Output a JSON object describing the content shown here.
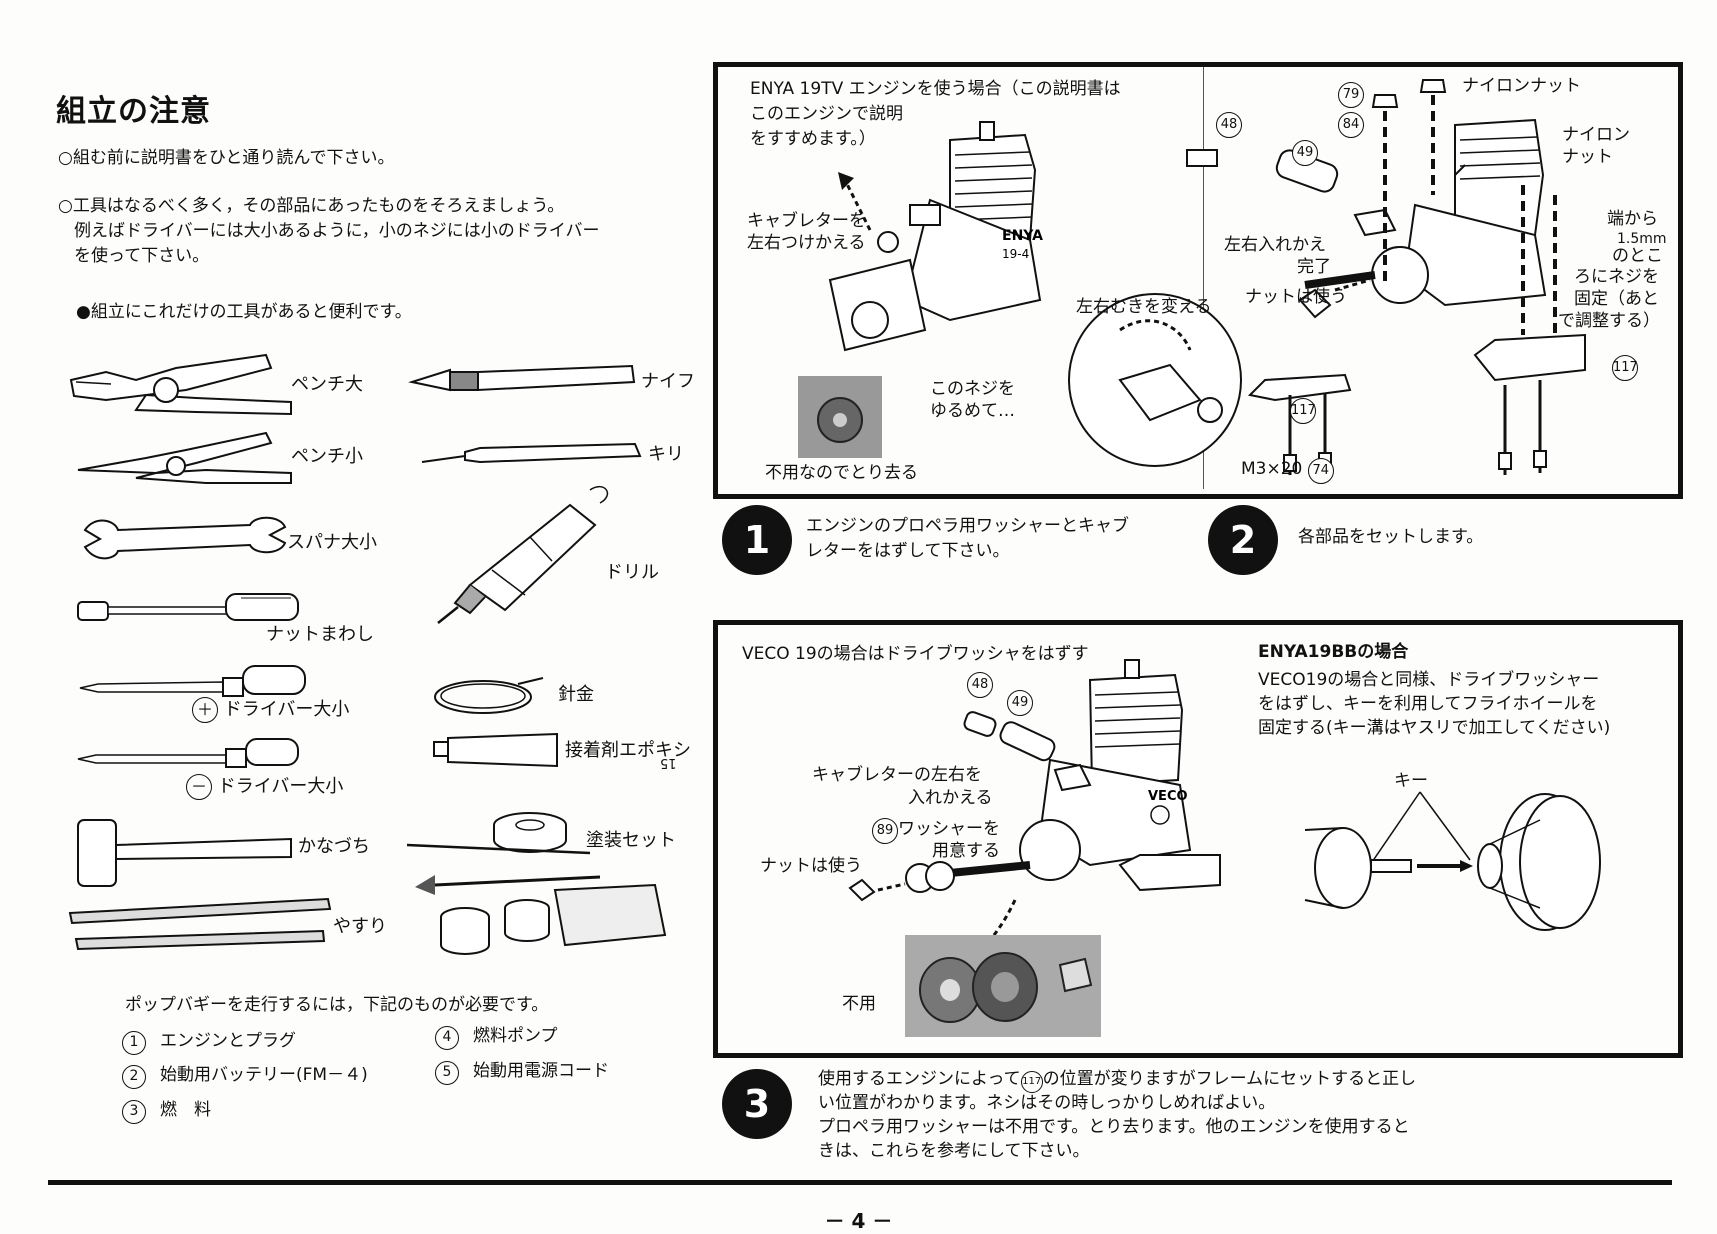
{
  "left": {
    "title": "組立の注意",
    "note1": "○組む前に説明書をひと通り読んで下さい。",
    "note2_line1": "○工具はなるべく多く，その部品にあったものをそろえましょう。",
    "note2_line2": "例えばドライバーには大小あるように，小のネジには小のドライバー",
    "note2_line3": "を使って下さい。",
    "tools_intro": "●組立にこれだけの工具があると便利です。",
    "tools": {
      "pliers_large": "ペンチ大",
      "pliers_small": "ペンチ小",
      "wrench": "スパナ大小",
      "nut_driver": "ナットまわし",
      "phillips": "ドライバー大小",
      "flathead": "ドライバー大小",
      "hammer": "かなづち",
      "file": "やすり",
      "knife": "ナイフ",
      "awl": "キリ",
      "drill": "ドリル",
      "wire": "針金",
      "epoxy": "接着剤エポキシ",
      "epoxy_num": "15",
      "paint": "塗装セット"
    },
    "required_intro": "ポップバギーを走行するには，下記のものが必要です。",
    "required": [
      {
        "num": "1",
        "text": "エンジンとプラグ"
      },
      {
        "num": "2",
        "text": "始動用バッテリー(FM－４)"
      },
      {
        "num": "3",
        "text": "燃　料"
      },
      {
        "num": "4",
        "text": "燃料ポンプ"
      },
      {
        "num": "5",
        "text": "始動用電源コード"
      }
    ]
  },
  "box1": {
    "heading_line1": "ENYA 19TV エンジンを使う場合（この説明書は",
    "heading_line2": "このエンジンで説明",
    "heading_line3": "をすすめます。）",
    "carb_line1": "キャブレターを",
    "carb_line2": "左右つけかえる",
    "screw_line1": "このネジを",
    "screw_line2": "ゆるめて…",
    "discard": "不用なのでとり去る",
    "rotate": "左右むきを変える",
    "swap_line1": "左右入れかえ",
    "swap_line2": "完了",
    "nut_used": "ナットは使う",
    "nylon_nut1": "ナイロンナット",
    "nylon_nut2_line1": "ナイロン",
    "nylon_nut2_line2": "ナット",
    "edge_line1": "端から",
    "edge_line2": "1.5mm",
    "edge_line3": "のとこ",
    "edge_line4": "ろにネジを",
    "edge_line5": "固定（あと",
    "edge_line6": "で調整する）",
    "screw_spec": "M3×20",
    "parts": {
      "p79": "79",
      "p84": "84",
      "p48": "48",
      "p49": "49",
      "p117": "117",
      "p117b": "117",
      "p74": "74"
    }
  },
  "step1": {
    "num": "1",
    "line1": "エンジンのプロペラ用ワッシャーとキャブ",
    "line2": "レターをはずして下さい。"
  },
  "step2": {
    "num": "2",
    "text": "各部品をセットします。"
  },
  "box2": {
    "heading": "VECO 19の場合はドライブワッシャをはずす",
    "carb_line1": "キャブレターの左右を",
    "carb_line2": "入れかえる",
    "washer_num": "89",
    "washer_line1": "ワッシャーを",
    "washer_line2": "用意する",
    "nut_used": "ナットは使う",
    "discard": "不用",
    "parts": {
      "p48": "48",
      "p49": "49"
    },
    "enya_heading": "ENYA19BBの場合",
    "enya_line1": "VECO19の場合と同様、ドライブワッシャー",
    "enya_line2": "をはずし、キーを利用してフライホイールを",
    "enya_line3": "固定する(キー溝はヤスリで加工してください)",
    "key": "キー"
  },
  "step3": {
    "num": "3",
    "line1_a": "使用するエンジンによって",
    "line1_num": "117",
    "line1_b": "の位置が変りますがフレームにセットすると正し",
    "line2": "い位置がわかります。ネシはその時しっかりしめればよい。",
    "line3": "プロペラ用ワッシャーは不用です。とり去ります。他のエンジンを使用すると",
    "line4": "きは、これらを参考にして下さい。"
  },
  "page": "－ 4 －"
}
